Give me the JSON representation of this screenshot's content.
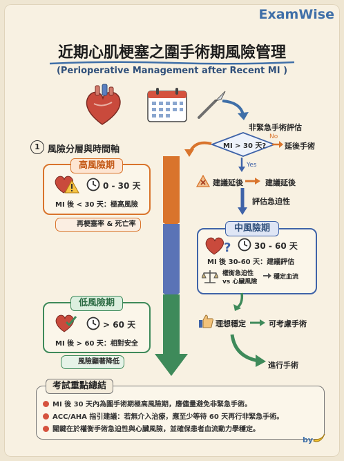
{
  "brand": "ExamWise",
  "title": "近期心肌梗塞之圍手術期風險管理",
  "subtitle": "(Perioperative Management after Recent MI )",
  "flow": {
    "non_emergency": "非緊急手術評估",
    "decision": "MI > 30 天?",
    "no": "No",
    "yes": "Yes",
    "delay_surgery": "延後手術",
    "suggest_delay": "建議延後",
    "suggest_delay_result": "建議延後",
    "assess_urgency": "評估急迫性",
    "ideal_stable": "理想穩定",
    "consider_surgery": "可考慮手術",
    "proceed_surgery": "進行手術"
  },
  "section1": {
    "num": "1",
    "label": "風險分層與時間軸"
  },
  "high": {
    "title": "高風險期",
    "days": "0 - 30 天",
    "desc": "MI 後 < 30 天：極高風險",
    "pill": "再梗塞率 & 死亡率"
  },
  "mid": {
    "title": "中風險期",
    "days": "30 - 60 天",
    "desc": "MI 後 30-60 天：建議評估",
    "balance_a": "權衡急迫性",
    "balance_b": "vs 心臟風險",
    "balance_result": "穩定血流"
  },
  "low": {
    "title": "低風險期",
    "days": "> 60 天",
    "desc": "MI 後 > 60 天：相對安全",
    "pill": "風險顯著降低"
  },
  "summary": {
    "title": "考試重點總結",
    "items": [
      "MI 後 30 天內為圍手術期極高風險期，應儘量避免非緊急手術。",
      "ACC/AHA 指引建議：若無介入治療，應至少等待 60 天再行非緊急手術。",
      "關鍵在於權衡手術急迫性與心臟風險，並確保患者血流動力學穩定。"
    ]
  },
  "by": "by",
  "colors": {
    "high": "#d9742c",
    "mid": "#3f63a8",
    "low": "#3e8a5a",
    "blue": "#3f6fa8"
  }
}
